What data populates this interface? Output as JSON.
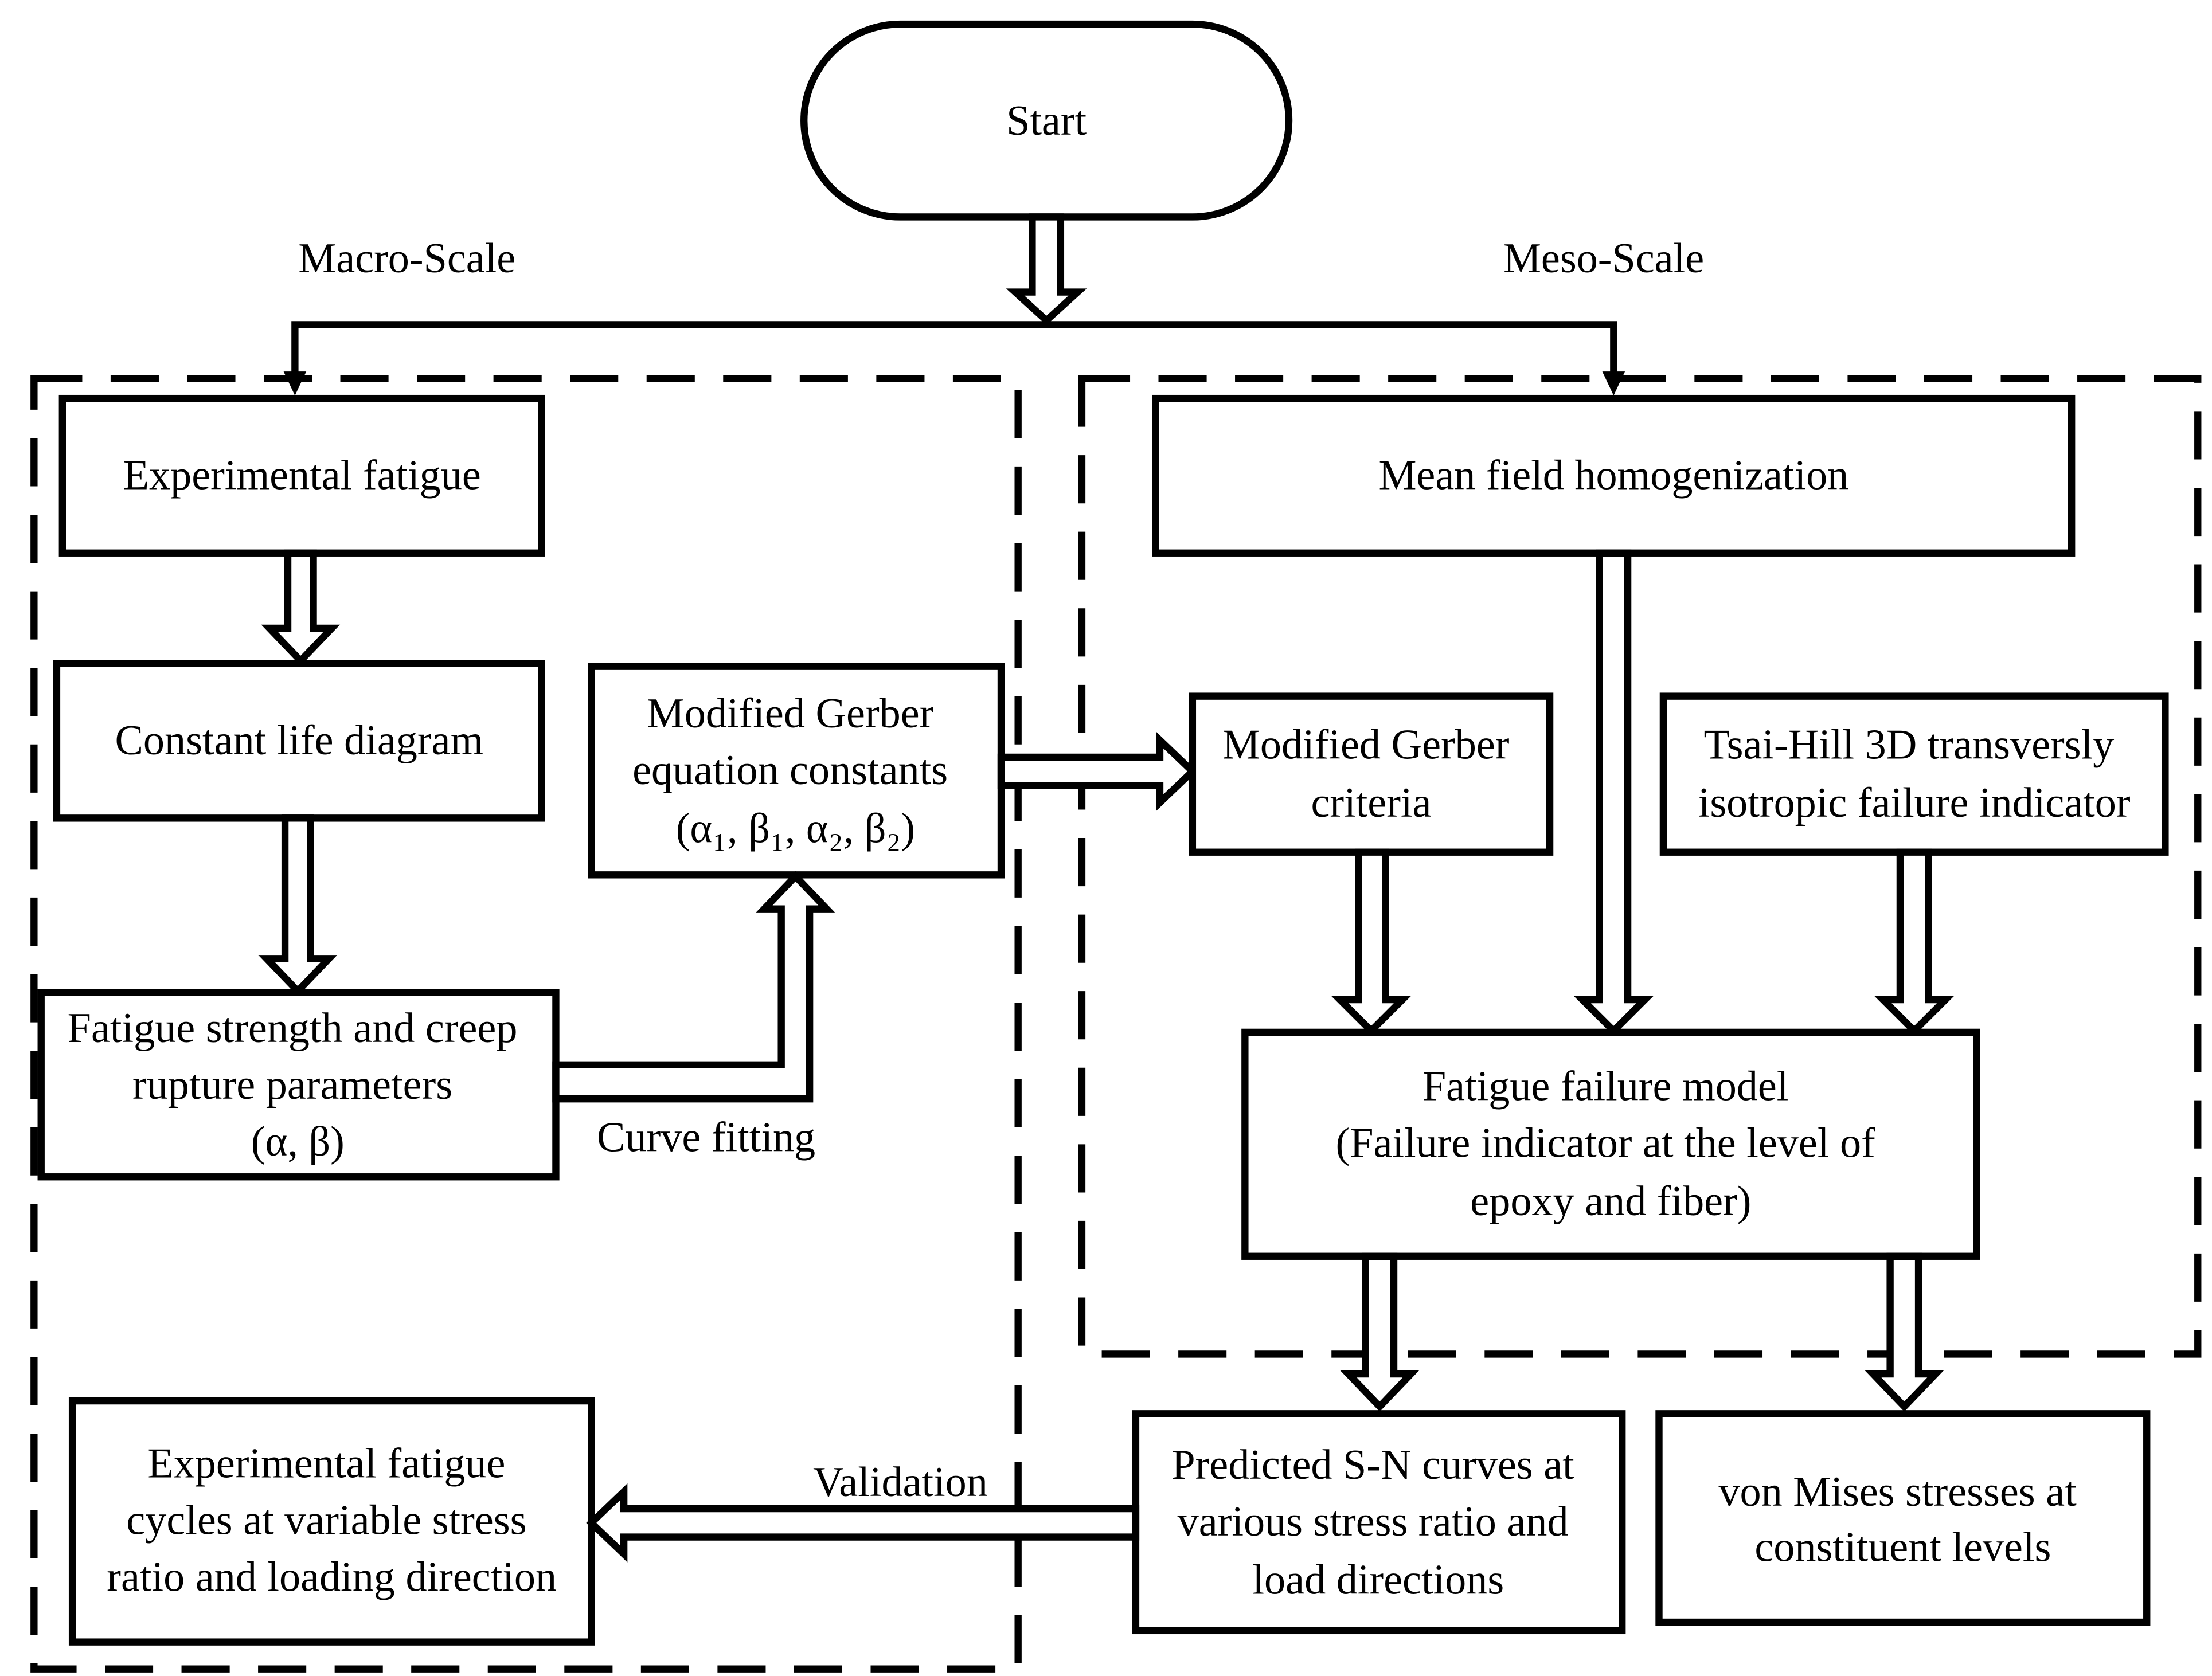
{
  "start": {
    "label": "Start"
  },
  "scales": {
    "macro": "Macro-Scale",
    "meso": "Meso-Scale"
  },
  "macro": {
    "experimental_fatigue": [
      "Experimental fatigue"
    ],
    "constant_life_diagram": [
      "Constant life diagram"
    ],
    "fatigue_strength": [
      "Fatigue strength and creep",
      "rupture parameters",
      "(α, β)"
    ],
    "gerber_constants": {
      "line1": "Modified Gerber",
      "line2": "equation constants",
      "line3": "(α₁, β₁, α₂, β₂)"
    },
    "experimental_cycles": [
      "Experimental fatigue",
      "cycles at variable stress",
      "ratio and loading direction"
    ]
  },
  "meso": {
    "mean_field": [
      "Mean field homogenization"
    ],
    "gerber_criteria": [
      "Modified Gerber",
      "criteria"
    ],
    "tsai_hill": [
      "Tsai-Hill 3D transversly",
      "isotropic failure indicator"
    ],
    "fatigue_failure_model": [
      "Fatigue failure model",
      "(Failure indicator at the level of",
      "epoxy and fiber)"
    ]
  },
  "outputs": {
    "sn_curves": [
      "Predicted S-N curves at",
      "various stress ratio and",
      "load directions"
    ],
    "von_mises": [
      "von Mises stresses at",
      "constituent levels"
    ]
  },
  "edge_labels": {
    "curve_fitting": "Curve fitting",
    "validation": "Validation"
  }
}
